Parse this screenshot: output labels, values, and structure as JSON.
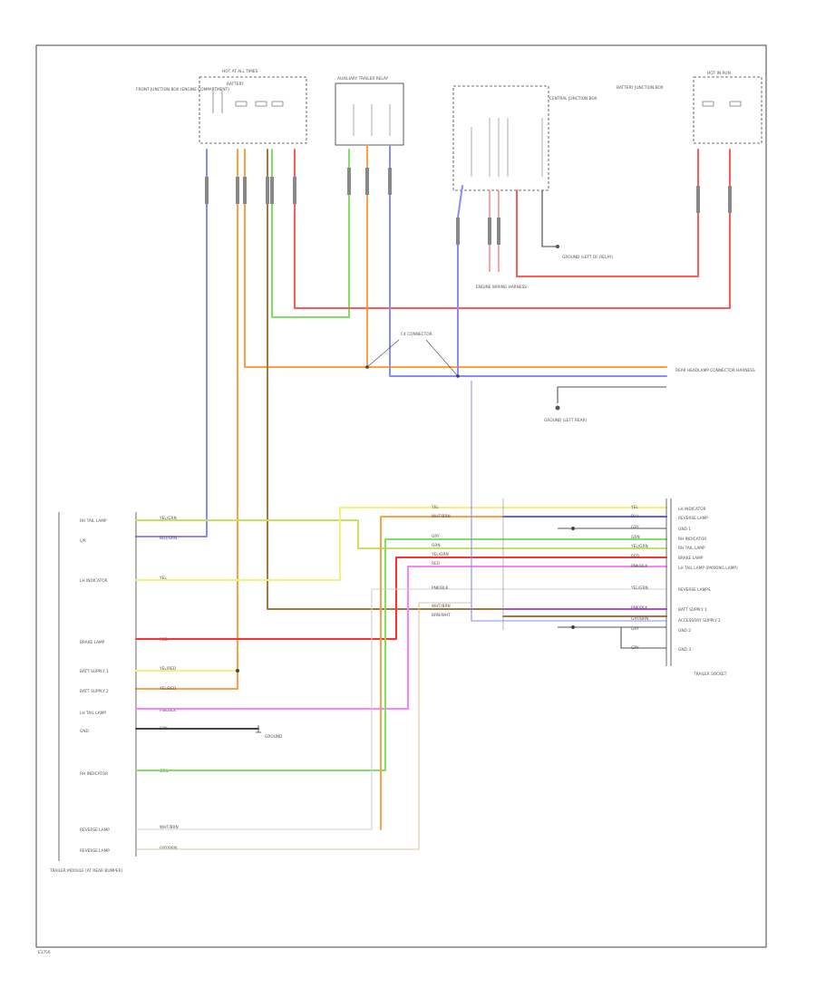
{
  "colors": {
    "red": "#ff5a5a",
    "orange": "#ffa040",
    "yellow": "#f5f07a",
    "green": "#80e060",
    "blue": "#8a8aff",
    "brown": "#a07840",
    "pink": "#ff80ff",
    "gray": "#555555",
    "tan": "#d8c8a0",
    "frame": "#444444"
  },
  "icons": [
    "ground-icon",
    "splice-icon",
    "connector-icon",
    "fuse-icon"
  ],
  "page_code": "E1756",
  "components": {
    "hot_at_all_times_box": {
      "title": "HOT AT ALL TIMES",
      "subtitle": "BATTERY",
      "side_label": "FRONT JUNCTION BOX (ENGINE COMPARTMENT)"
    },
    "trailer_relay": {
      "title": "AUXILIARY TRAILER RELAY"
    },
    "central_module": {
      "title": "CENTRAL JUNCTION BOX"
    },
    "hot_in_run_box": {
      "title": "HOT IN RUN",
      "side_label": "BATTERY JUNCTION BOX"
    },
    "ground_center": {
      "label": "GROUND (LEFT OF RELAY)"
    },
    "ground_right": {
      "label": "GROUND (LEFT REAR)"
    },
    "splice_note": {
      "label": "C4 CONNECTOR"
    },
    "engine_note": {
      "label": "ENGINE WIRING HARNESS"
    },
    "right_note": {
      "label": "REAR HEADLAMP CONNECTOR HARNESS"
    },
    "lower_left_box": {
      "label": "TRAILER MODULE (AT REAR BUMPER)"
    },
    "trailer_socket": {
      "label": "TRAILER SOCKET"
    },
    "ground_lower_left": {
      "label": "GROUND"
    }
  },
  "left_pins": [
    {
      "label": "RH TAIL LAMP",
      "wire": "YEL/GRN"
    },
    {
      "label": "L/R",
      "wire": "BLU/GRN"
    },
    {
      "label": "LH INDICATOR",
      "wire": "YEL"
    },
    {
      "label": "BRAKE LAMP",
      "wire": "RED"
    },
    {
      "label": "BATT SUPPLY 1",
      "wire": "YEL/RED"
    },
    {
      "label": "BATT SUPPLY 2",
      "wire": "YEL/RED"
    },
    {
      "label": "LH TAIL LAMP",
      "wire": "PNK/BLK"
    },
    {
      "label": "GND",
      "wire": "GRY"
    },
    {
      "label": "RH INDICATOR",
      "wire": "GRN"
    },
    {
      "label": "REVERSE LAMP",
      "wire": "WHT/BRN"
    },
    {
      "label": "REVERSE LAMP",
      "wire": "GRY/BRN"
    }
  ],
  "right_pins": [
    {
      "label": "LH INDICATOR",
      "wire": "YEL"
    },
    {
      "label": "REVERSE LAMP",
      "wire": "BLU"
    },
    {
      "label": "GND 1",
      "wire": "GRY"
    },
    {
      "label": "RH INDICATOR",
      "wire": "GRN"
    },
    {
      "label": "RH TAIL LAMP",
      "wire": "YEL/GRN"
    },
    {
      "label": "BRAKE LAMP",
      "wire": "RED"
    },
    {
      "label": "LH TAIL LAMP (PARKING LAMP)",
      "wire": "PNK/BLK"
    },
    {
      "label": "REVERSE LAMPS",
      "wire": "WHT/BRN"
    },
    {
      "label": "BATT SUPPLY 1",
      "wire": "YEL/RED"
    },
    {
      "label": "ACCESSORY SUPPLY 2",
      "wire": "YEL/RED"
    },
    {
      "label": "GND 2",
      "wire": "GRY"
    },
    {
      "label": "GND 3",
      "wire": "GRY"
    }
  ],
  "mid_wire_labels": [
    "YEL",
    "WHT/BRN",
    "GRY",
    "GRN",
    "YEL/GRN",
    "RED",
    "PNK/BLK",
    "WHT/BRN",
    "BRN/WHT"
  ],
  "right_wire_labels": [
    "YEL",
    "BLU",
    "GRY",
    "GRN",
    "YEL/GRN",
    "RED",
    "PNK/BLK",
    "YEL/GRN",
    "PNK/BLK",
    "GRY/BRN",
    "GRY",
    "GRY"
  ]
}
